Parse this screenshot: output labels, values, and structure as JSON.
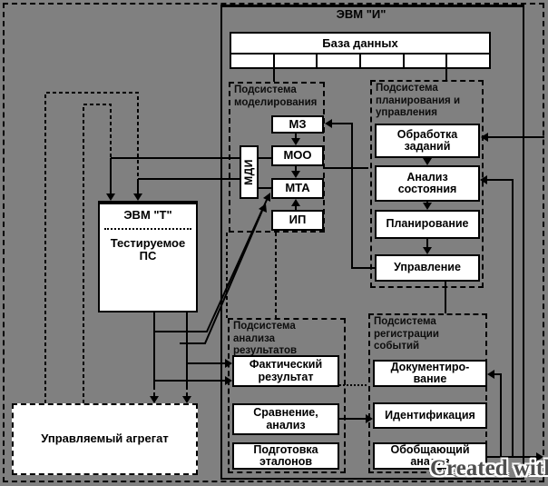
{
  "colors": {
    "background": "#808080",
    "box_fill": "#ffffff",
    "line": "#000000",
    "watermark_text": "#4d4d4d"
  },
  "diagram": {
    "outer_computer_title": "ЭВМ \"И\"",
    "database": {
      "title": "База данных",
      "cell_count": 6
    },
    "modeling": {
      "title": "Подсистема\nмоделирования",
      "mz": "МЗ",
      "moo": "МОО",
      "mta": "МТА",
      "ip": "ИП",
      "mdi": "МДИ"
    },
    "planning": {
      "title": "Подсистема\nпланирования и\nуправления",
      "job_processing": "Обработка\nзаданий",
      "state_analysis": "Анализ\nсостояния",
      "planning": "Планирование",
      "control": "Управление"
    },
    "analysis": {
      "title": "Подсистема\nанализа\nрезультатов",
      "actual_result": "Фактический\nрезультат",
      "comparison": "Сравнение,\nанализ",
      "reference_prep": "Подготовка\nэталонов"
    },
    "registration": {
      "title": "Подсистема\nрегистрации\nсобытий",
      "documenting": "Документиро-\nвание",
      "identification": "Идентификация",
      "summary_analysis": "Обобщающий\nанализ"
    },
    "test_computer": {
      "title": "ЭВМ \"Т\"",
      "content": "Тестируемое\nПС"
    },
    "controlled_unit": "Управляемый агрегат",
    "watermark": "Created with"
  }
}
